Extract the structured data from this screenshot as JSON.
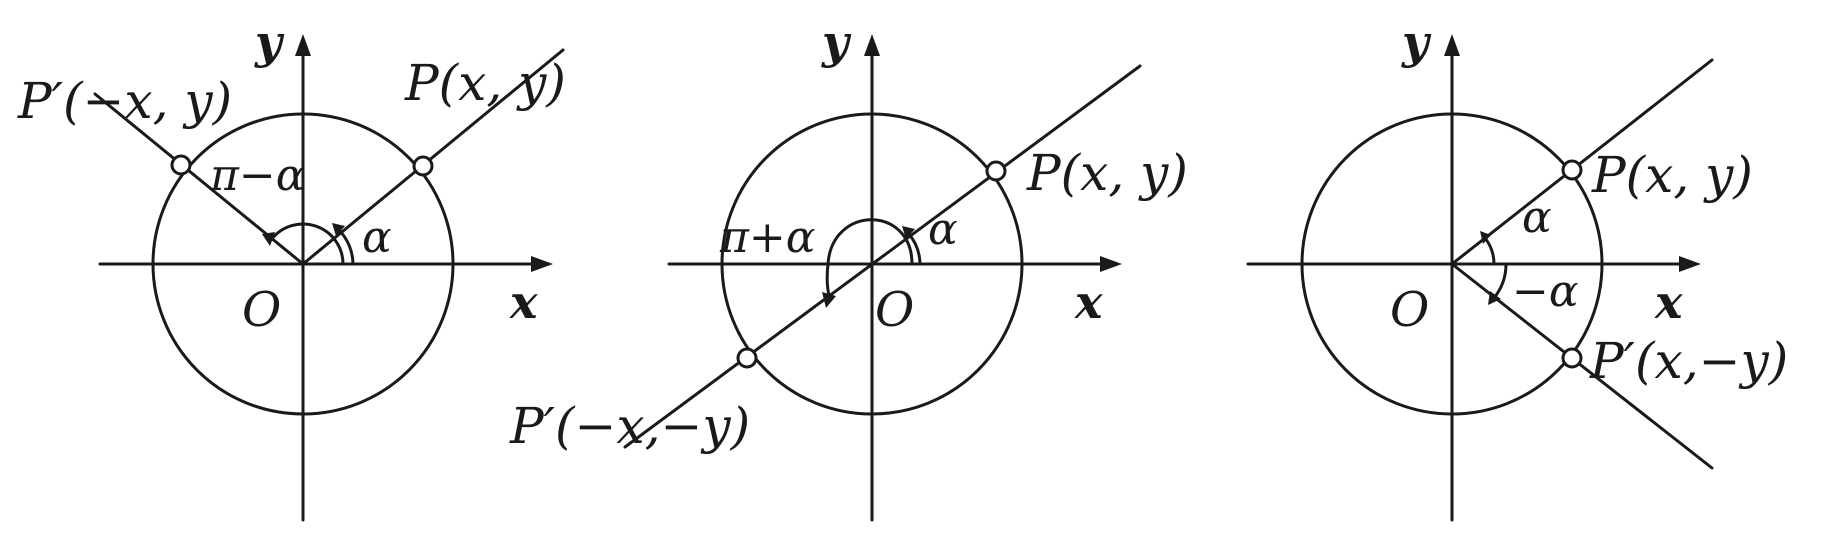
{
  "panels": [
    {
      "axis_x": "x",
      "axis_y": "y",
      "origin": "O",
      "point_p": "P(x, y)",
      "point_p_prime": "P′(−x, y)",
      "angle_alpha": "α",
      "angle_other": "π−α"
    },
    {
      "axis_x": "x",
      "axis_y": "y",
      "origin": "O",
      "point_p": "P(x, y)",
      "point_p_prime": "P′(−x,−y)",
      "angle_alpha": "α",
      "angle_other": "π+α"
    },
    {
      "axis_x": "x",
      "axis_y": "y",
      "origin": "O",
      "point_p": "P(x, y)",
      "point_p_prime": "P′(x,−y)",
      "angle_alpha": "α",
      "angle_other": "−α"
    }
  ]
}
